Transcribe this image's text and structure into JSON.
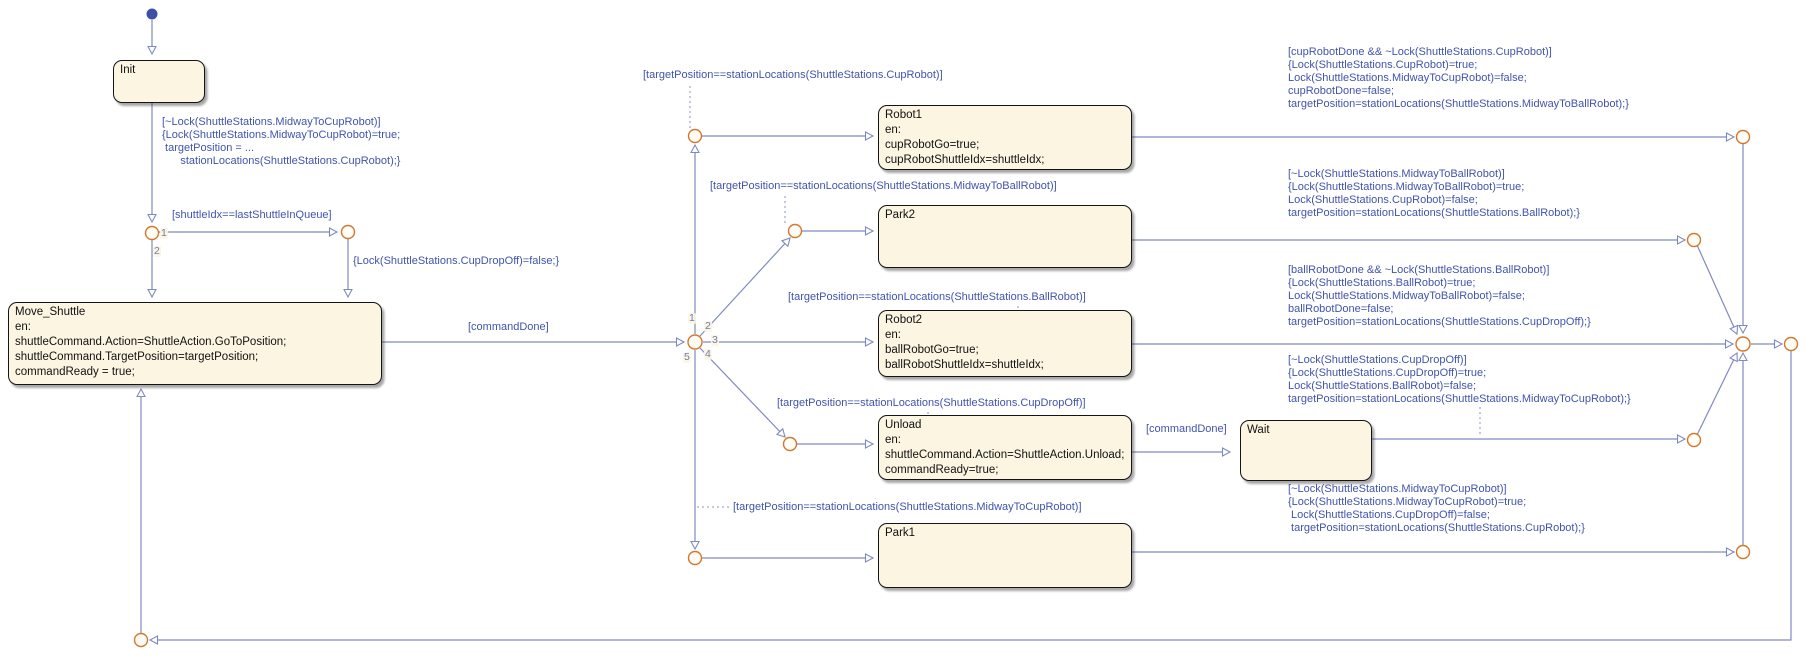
{
  "diagram_type": "stateflow-state-machine",
  "colors": {
    "state_fill": "#fcf5e2",
    "state_border": "#141414",
    "transition_line": "#7f8ac0",
    "label_text": "#4154ad",
    "junction_border": "#d4772c",
    "initial_dot": "#3e4fa8",
    "background": "#ffffff"
  },
  "states": {
    "init": {
      "name": "Init",
      "body": ""
    },
    "move_shuttle": {
      "name": "Move_Shuttle",
      "body": "en:\nshuttleCommand.Action=ShuttleAction.GoToPosition;\nshuttleCommand.TargetPosition=targetPosition;\ncommandReady = true;"
    },
    "robot1": {
      "name": "Robot1",
      "body": "en:\ncupRobotGo=true;\ncupRobotShuttleIdx=shuttleIdx;"
    },
    "park2": {
      "name": "Park2",
      "body": ""
    },
    "robot2": {
      "name": "Robot2",
      "body": "en:\nballRobotGo=true;\nballRobotShuttleIdx=shuttleIdx;"
    },
    "unload": {
      "name": "Unload",
      "body": "en:\nshuttleCommand.Action=ShuttleAction.Unload;\ncommandReady=true;"
    },
    "wait": {
      "name": "Wait",
      "body": ""
    },
    "park1": {
      "name": "Park1",
      "body": ""
    }
  },
  "labels": {
    "init_transition": "[~Lock(ShuttleStations.MidwayToCupRobot)]\n{Lock(ShuttleStations.MidwayToCupRobot)=true;\n targetPosition = ...\n      stationLocations(ShuttleStations.CupRobot);}",
    "shuttle_idx_guard": "[shuttleIdx==lastShuttleInQueue]",
    "cup_dropoff_unlock": "{Lock(ShuttleStations.CupDropOff)=false;}",
    "command_done_main": "[commandDone]",
    "command_done_unload": "[commandDone]",
    "cond_cup_robot": "[targetPosition==stationLocations(ShuttleStations.CupRobot)]",
    "cond_midway_ball": "[targetPosition==stationLocations(ShuttleStations.MidwayToBallRobot)]",
    "cond_ball_robot": "[targetPosition==stationLocations(ShuttleStations.BallRobot)]",
    "cond_cup_dropoff": "[targetPosition==stationLocations(ShuttleStations.CupDropOff)]",
    "cond_midway_cup": "[targetPosition==stationLocations(ShuttleStations.MidwayToCupRobot)]",
    "act_cup_robot_done": "[cupRobotDone && ~Lock(ShuttleStations.CupRobot)]\n{Lock(ShuttleStations.CupRobot)=true;\nLock(ShuttleStations.MidwayToCupRobot)=false;\ncupRobotDone=false;\ntargetPosition=stationLocations(ShuttleStations.MidwayToBallRobot);}",
    "act_midway_ball": "[~Lock(ShuttleStations.MidwayToBallRobot)]\n{Lock(ShuttleStations.MidwayToBallRobot)=true;\nLock(ShuttleStations.CupRobot)=false;\ntargetPosition=stationLocations(ShuttleStations.BallRobot);}",
    "act_ball_robot_done": "[ballRobotDone && ~Lock(ShuttleStations.BallRobot)]\n{Lock(ShuttleStations.BallRobot)=true;\nLock(ShuttleStations.MidwayToBallRobot)=false;\nballRobotDone=false;\ntargetPosition=stationLocations(ShuttleStations.CupDropOff);}",
    "act_cup_dropoff": "[~Lock(ShuttleStations.CupDropOff)]\n{Lock(ShuttleStations.CupDropOff)=true;\nLock(ShuttleStations.BallRobot)=false;\ntargetPosition=stationLocations(ShuttleStations.MidwayToCupRobot);}",
    "act_midway_cup": "[~Lock(ShuttleStations.MidwayToCupRobot)]\n{Lock(ShuttleStations.MidwayToCupRobot)=true;\n Lock(ShuttleStations.CupDropOff)=false;\n targetPosition=stationLocations(ShuttleStations.CupRobot);}"
  },
  "branch_numbers": {
    "left_junction": [
      "1",
      "2"
    ],
    "center_junction": [
      "1",
      "2",
      "3",
      "4",
      "5"
    ]
  }
}
